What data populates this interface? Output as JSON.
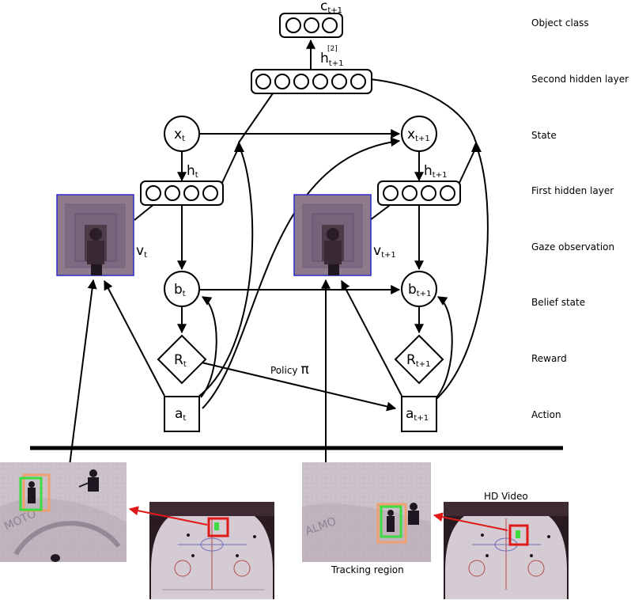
{
  "layer_labels": {
    "object_class": "Object class",
    "second_hidden": "Second hidden layer",
    "state": "State",
    "first_hidden": "First hidden layer",
    "gaze": "Gaze observation",
    "belief": "Belief state",
    "reward": "Reward",
    "action": "Action"
  },
  "symbols": {
    "c": "c",
    "c_sub": "t+1",
    "h2": "h",
    "h2_sup": "[2]",
    "h2_sub": "t+1",
    "x": "x",
    "t": "t",
    "t1": "t+1",
    "h": "h",
    "v": "v",
    "b": "b",
    "R": "R",
    "a": "a"
  },
  "policy": {
    "label": "Policy",
    "symbol": "π"
  },
  "captions": {
    "hd_video": "HD Video",
    "tracking_region": "Tracking region"
  },
  "colors": {
    "gaze_border": "#2a2acc",
    "bbox_red": "#e01818",
    "bbox_green": "#3fdc3f",
    "bbox_orange": "#f0a070",
    "rink_ice": "#cfc7cc",
    "arena_dark": "#2a1b22"
  }
}
